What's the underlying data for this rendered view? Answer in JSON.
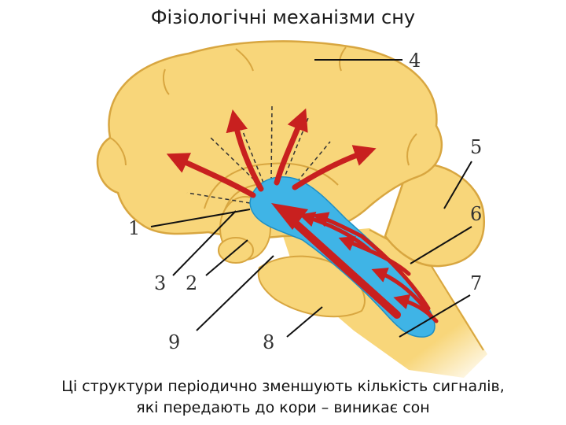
{
  "title": "Фізіологічні механізми сну",
  "labels": {
    "l1": "1",
    "l2": "2",
    "l3": "3",
    "l4": "4",
    "l5": "5",
    "l6": "6",
    "l7": "7",
    "l8": "8",
    "l9": "9"
  },
  "caption": {
    "line1": "Ці структури періодично зменшують кількість сигналів,",
    "line2": "які передають до кори – виникає сон"
  },
  "colors": {
    "brain_fill": "#f8d67a",
    "outline": "#d8a640",
    "formation_blue": "#3fb4e6",
    "arrow_red": "#c8201f"
  }
}
